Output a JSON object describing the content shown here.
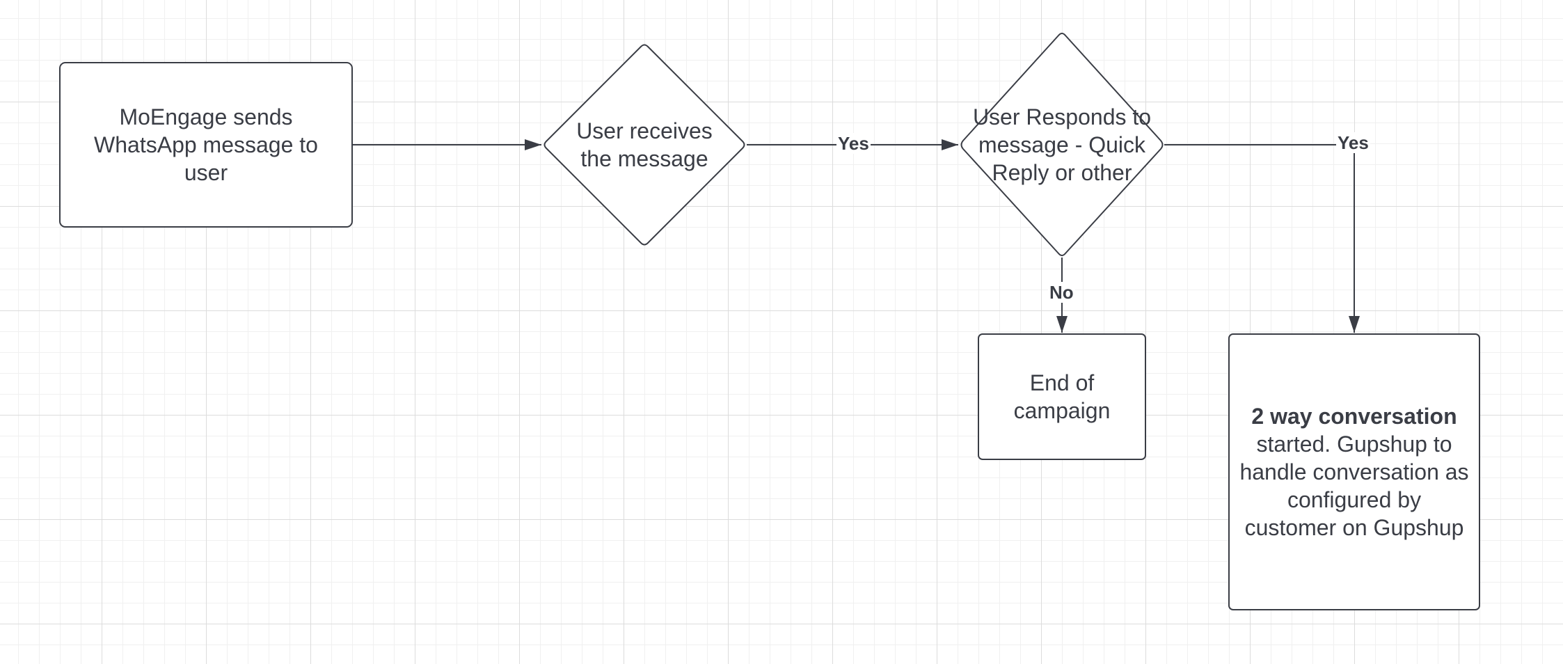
{
  "colors": {
    "stroke": "#3a3d45",
    "text": "#3a3d45",
    "shape_fill": "#ffffff",
    "grid_major": "#dcdcdc",
    "grid_minor": "#f0f0f0"
  },
  "nodes": {
    "start": {
      "label": "MoEngage sends WhatsApp message to user"
    },
    "receive": {
      "label": "User receives the message"
    },
    "respond": {
      "label": "User Responds to message - Quick Reply or other"
    },
    "end": {
      "label": "End of campaign"
    },
    "twoway": {
      "label_bold": "2 way conversation",
      "label_rest": "started. Gupshup to handle conversation as configured by customer on Gupshup"
    }
  },
  "edges": {
    "receive_to_respond": {
      "label": "Yes"
    },
    "respond_to_end": {
      "label": "No"
    },
    "respond_to_twoway": {
      "label": "Yes"
    }
  }
}
